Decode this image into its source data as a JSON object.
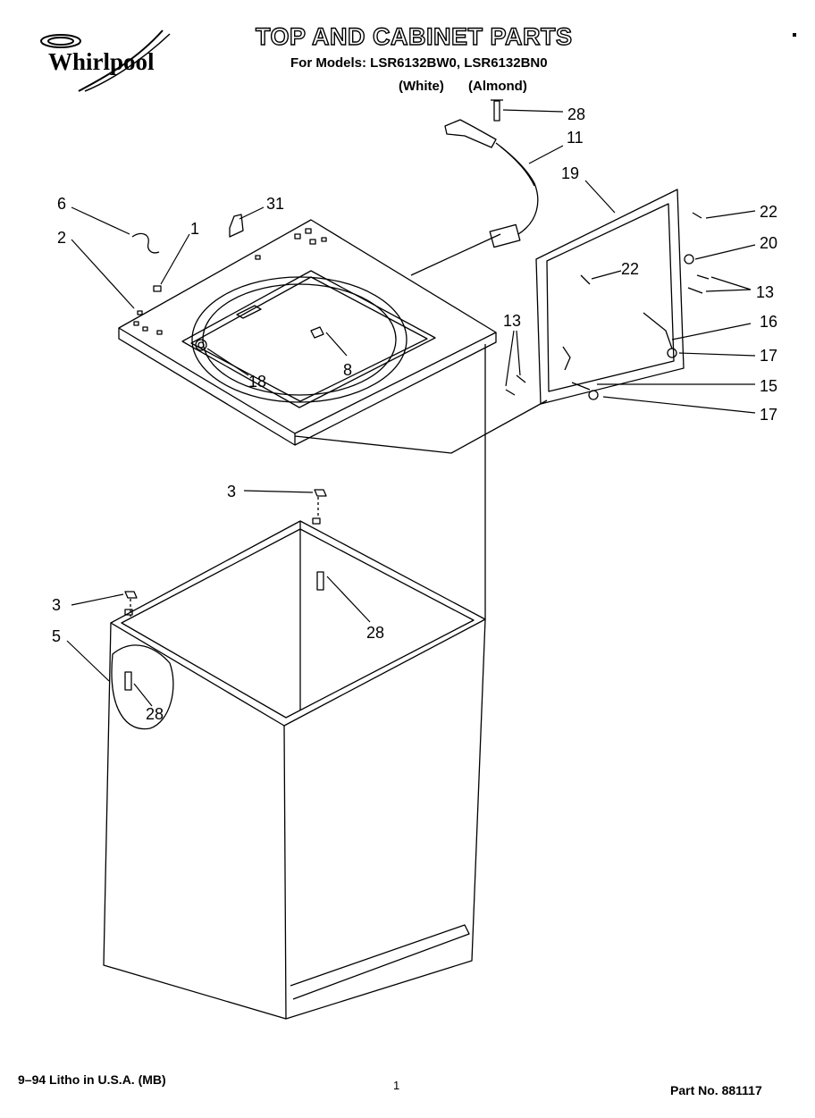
{
  "header": {
    "brand": "Whirlpool",
    "title": "TOP AND CABINET PARTS",
    "models_line": "For Models:  LSR6132BW0, LSR6132BN0",
    "color_white": "(White)",
    "color_almond": "(Almond)"
  },
  "callouts": {
    "c1": "1",
    "c2": "2",
    "c3a": "3",
    "c3b": "3",
    "c5": "5",
    "c6": "6",
    "c8": "8",
    "c11": "11",
    "c13a": "13",
    "c13b": "13",
    "c15": "15",
    "c16": "16",
    "c17a": "17",
    "c17b": "17",
    "c18": "18",
    "c19": "19",
    "c20": "20",
    "c22a": "22",
    "c22b": "22",
    "c28a": "28",
    "c28b": "28",
    "c28c": "28",
    "c31": "31"
  },
  "footer": {
    "litho": "9–94 Litho in U.S.A. (MB)",
    "page": "1",
    "part_no": "Part No. 881117"
  }
}
